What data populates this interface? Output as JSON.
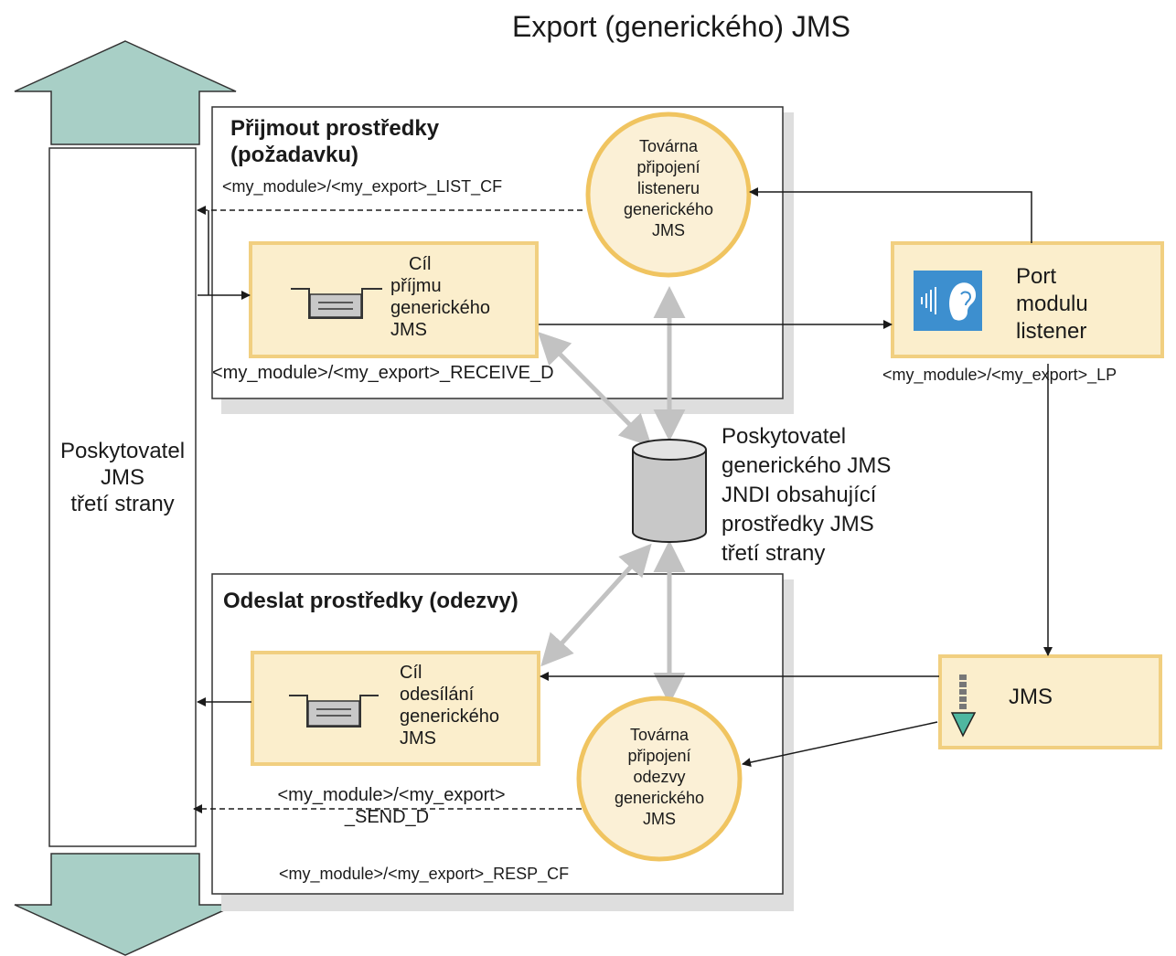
{
  "title": "Export (generického) JMS",
  "provider_column": {
    "line1": "Poskytovatel",
    "line2": "JMS",
    "line3": "třetí strany"
  },
  "receive_section": {
    "title_line1": "Přijmout prostředky",
    "title_line2": "(požadavku)",
    "list_cf_label": "<my_module>/<my_export>_LIST_CF",
    "receive_d_label": "<my_module>/<my_export>_RECEIVE_D",
    "factory": {
      "line1": "Továrna",
      "line2": "připojení",
      "line3": "listeneru",
      "line4": "generického",
      "line5": "JMS"
    },
    "destination": {
      "line1": "Cíl",
      "line2": "příjmu",
      "line3": "generického",
      "line4": "JMS"
    }
  },
  "send_section": {
    "title": "Odeslat prostředky (odezvy)",
    "send_d_label_line1": "<my_module>/<my_export>",
    "send_d_label_line2": "_SEND_D",
    "resp_cf_label": "<my_module>/<my_export>_RESP_CF",
    "factory": {
      "line1": "Továrna",
      "line2": "připojení",
      "line3": "odezvy",
      "line4": "generického",
      "line5": "JMS"
    },
    "destination": {
      "line1": "Cíl",
      "line2": "odesílání",
      "line3": "generického",
      "line4": "JMS"
    }
  },
  "jndi": {
    "line1": "Poskytovatel",
    "line2": "generického JMS",
    "line3": "JNDI obsahující",
    "line4": "prostředky JMS",
    "line5": "třetí strany"
  },
  "listener_port": {
    "line1": "Port",
    "line2": "modulu",
    "line3": "listener",
    "lp_label": "<my_module>/<my_export>_LP"
  },
  "jms_box": {
    "label": "JMS"
  },
  "colors": {
    "box_fill": "#fbeecc",
    "box_border": "#f1cf80",
    "circle_fill": "#fbf0d6",
    "circle_border": "#f0c460",
    "arrow_fill": "#a8cfc6",
    "panel_shadow": "#dedede",
    "gray_arrow": "#c2c2c2",
    "icon_blue": "#3d8fcf"
  },
  "icons": {
    "queue": "queue-icon",
    "ear": "ear-icon",
    "jms": "jms-queue-icon",
    "database": "database-icon"
  }
}
